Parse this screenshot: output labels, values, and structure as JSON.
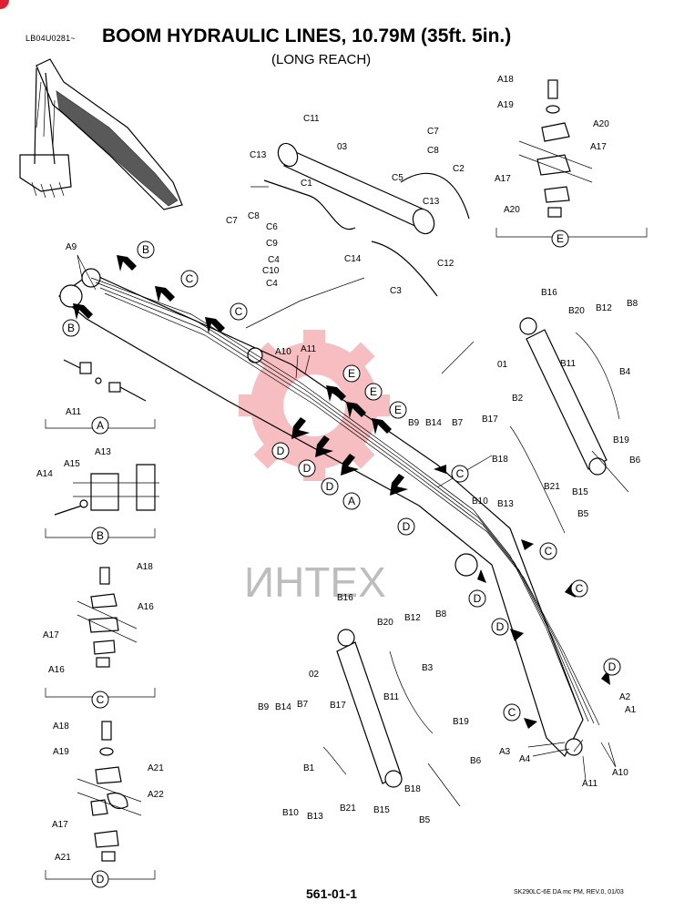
{
  "header": {
    "doc_code": "LB04U0281~",
    "title": "BOOM HYDRAULIC LINES, 10.79M (35ft. 5in.)",
    "subtitle": "(LONG REACH)"
  },
  "footer": {
    "page_number": "561-01-1",
    "reference": "SK290LC-6E DA mc PM, REV.0, 01/03"
  },
  "watermark": {
    "text": "ИНТЕХ",
    "color": "#e8474f"
  },
  "callouts": {
    "c11": "C11",
    "c7_top": "C7",
    "c8_top": "C8",
    "c13_left": "C13",
    "c2": "C2",
    "c5": "C5",
    "c13_right": "C13",
    "c1": "C1",
    "c8_left": "C8",
    "c7_left": "C7",
    "c6": "C6",
    "c9": "C9",
    "c4_a": "C4",
    "c10": "C10",
    "c4_b": "C4",
    "c14": "C14",
    "c12": "C12",
    "c3": "C3",
    "p03": "03",
    "a9": "A9",
    "a10_mid": "A10",
    "a11_mid": "A11",
    "b16_top": "B16",
    "b20_top": "B20",
    "b12_top": "B12",
    "b8_top": "B8",
    "p01": "01",
    "b11_top": "B11",
    "b4": "B4",
    "b2": "B2",
    "b17_top": "B17",
    "b9_top": "B9",
    "b14_top": "B14",
    "b7_top": "B7",
    "b19_top": "B19",
    "b18_top": "B18",
    "b6_top": "B6",
    "b21_top": "B21",
    "b15_top": "B15",
    "b10_top": "B10",
    "b13_top": "B13",
    "b5_top": "B5",
    "b16_bot": "B16",
    "b20_bot": "B20",
    "b12_bot": "B12",
    "b8_bot": "B8",
    "p02": "02",
    "b3": "B3",
    "b11_bot": "B11",
    "b9_bot": "B9",
    "b14_bot": "B14",
    "b7_bot": "B7",
    "b17_bot": "B17",
    "b19_bot": "B19",
    "b1": "B1",
    "b6_bot": "B6",
    "b18_bot": "B18",
    "b10_bot": "B10",
    "b13_bot": "B13",
    "b21_bot": "B21",
    "b15_bot": "B15",
    "b5_bot": "B5",
    "a2": "A2",
    "a1": "A1",
    "a3": "A3",
    "a4": "A4",
    "a11_bot": "A11",
    "a10_bot": "A10",
    "a11_detail": "A11",
    "a14": "A14",
    "a15": "A15",
    "a13": "A13",
    "a18_c": "A18",
    "a16_c1": "A16",
    "a17_c": "A17",
    "a16_c2": "A16",
    "a18_d": "A18",
    "a19_d": "A19",
    "a21_d1": "A21",
    "a22_d": "A22",
    "a17_d": "A17",
    "a21_d2": "A21",
    "a18_e": "A18",
    "a19_e": "A19",
    "a20_e1": "A20",
    "a17_e1": "A17",
    "a17_e2": "A17",
    "a20_e2": "A20"
  },
  "view_markers": {
    "B": "B",
    "C": "C",
    "D": "D",
    "E": "E",
    "A": "A"
  },
  "detail_views": {
    "A": "A",
    "B": "B",
    "C": "C",
    "D": "D",
    "E": "E"
  }
}
